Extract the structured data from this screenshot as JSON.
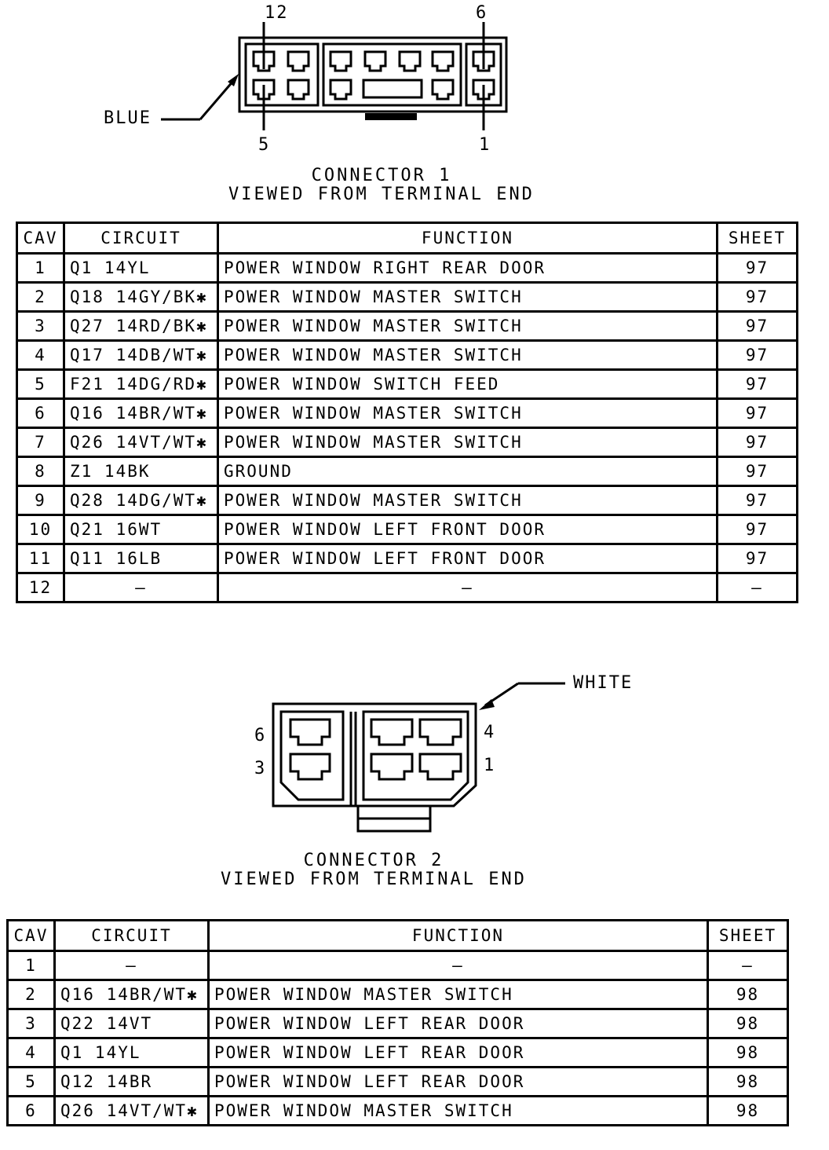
{
  "connector1": {
    "title": "CONNECTOR 1",
    "subtitle": "VIEWED FROM TERMINAL END",
    "color_label": "BLUE",
    "pin_labels": {
      "top_left": "12",
      "top_right": "6",
      "bottom_left": "5",
      "bottom_right": "1"
    },
    "headers": {
      "cav": "CAV",
      "circuit": "CIRCUIT",
      "function": "FUNCTION",
      "sheet": "SHEET"
    },
    "rows": [
      {
        "cav": "1",
        "circuit": "Q1  14YL",
        "function": "POWER WINDOW RIGHT REAR DOOR",
        "sheet": "97"
      },
      {
        "cav": "2",
        "circuit": "Q18 14GY/BK✱",
        "function": "POWER WINDOW MASTER SWITCH",
        "sheet": "97"
      },
      {
        "cav": "3",
        "circuit": "Q27 14RD/BK✱",
        "function": "POWER WINDOW MASTER SWITCH",
        "sheet": "97"
      },
      {
        "cav": "4",
        "circuit": "Q17 14DB/WT✱",
        "function": "POWER WINDOW MASTER SWITCH",
        "sheet": "97"
      },
      {
        "cav": "5",
        "circuit": "F21 14DG/RD✱",
        "function": "POWER WINDOW SWITCH FEED",
        "sheet": "97"
      },
      {
        "cav": "6",
        "circuit": "Q16 14BR/WT✱",
        "function": "POWER WINDOW MASTER SWITCH",
        "sheet": "97"
      },
      {
        "cav": "7",
        "circuit": "Q26 14VT/WT✱",
        "function": "POWER WINDOW MASTER SWITCH",
        "sheet": "97"
      },
      {
        "cav": "8",
        "circuit": "Z1  14BK",
        "function": "GROUND",
        "sheet": "97"
      },
      {
        "cav": "9",
        "circuit": "Q28 14DG/WT✱",
        "function": "POWER WINDOW MASTER SWITCH",
        "sheet": "97"
      },
      {
        "cav": "10",
        "circuit": "Q21 16WT",
        "function": "POWER WINDOW LEFT FRONT DOOR",
        "sheet": "97"
      },
      {
        "cav": "11",
        "circuit": "Q11 16LB",
        "function": "POWER WINDOW LEFT FRONT DOOR",
        "sheet": "97"
      },
      {
        "cav": "12",
        "circuit": "—",
        "function": "—",
        "sheet": "—"
      }
    ]
  },
  "connector2": {
    "title": "CONNECTOR 2",
    "subtitle": "VIEWED FROM TERMINAL END",
    "color_label": "WHITE",
    "pin_labels": {
      "top_left": "6",
      "bottom_left": "3",
      "top_right": "4",
      "bottom_right": "1"
    },
    "headers": {
      "cav": "CAV",
      "circuit": "CIRCUIT",
      "function": "FUNCTION",
      "sheet": "SHEET"
    },
    "rows": [
      {
        "cav": "1",
        "circuit": "—",
        "function": "—",
        "sheet": "—"
      },
      {
        "cav": "2",
        "circuit": "Q16 14BR/WT✱",
        "function": "POWER WINDOW MASTER SWITCH",
        "sheet": "98"
      },
      {
        "cav": "3",
        "circuit": "Q22 14VT",
        "function": "POWER WINDOW LEFT REAR DOOR",
        "sheet": "98"
      },
      {
        "cav": "4",
        "circuit": "Q1  14YL",
        "function": "POWER WINDOW LEFT REAR DOOR",
        "sheet": "98"
      },
      {
        "cav": "5",
        "circuit": "Q12 14BR",
        "function": "POWER WINDOW LEFT REAR DOOR",
        "sheet": "98"
      },
      {
        "cav": "6",
        "circuit": "Q26 14VT/WT✱",
        "function": "POWER WINDOW MASTER SWITCH",
        "sheet": "98"
      }
    ]
  }
}
